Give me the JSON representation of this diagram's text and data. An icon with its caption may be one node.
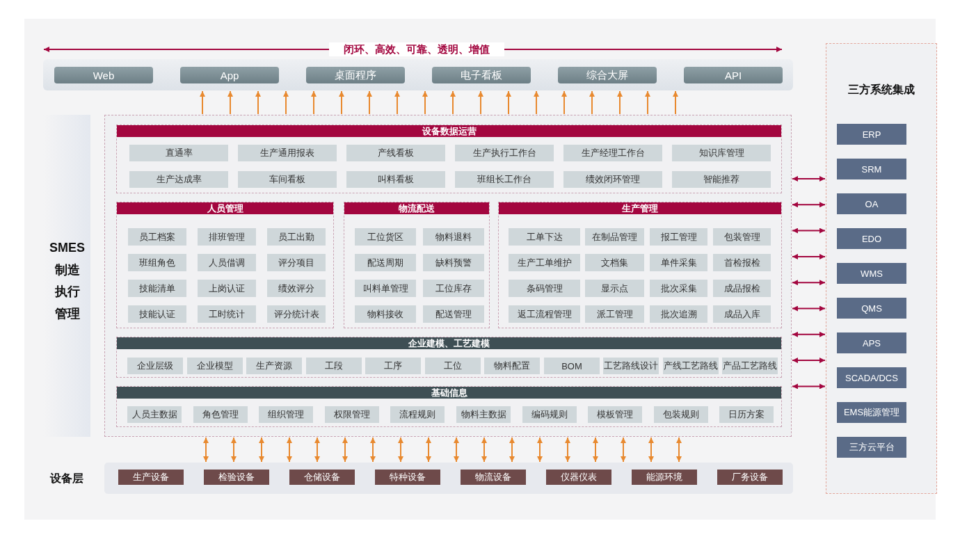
{
  "diagram": {
    "nodes": [
      {
        "text": [],
        "shape": "box"
      },
      {
        "text": [
          "Web"
        ],
        "in": 0
      },
      {
        "text": [
          "App"
        ],
        "in": 0
      },
      {
        "text": [
          "桌面程序"
        ],
        "in": 0
      },
      {
        "text": [
          "电子看板"
        ],
        "in": 0
      },
      {
        "text": [
          "综合大屏"
        ],
        "in": 0
      },
      {
        "text": [
          "API"
        ],
        "in": 0
      },
      {
        "text": [
          "SMES制造执行管理"
        ]
      },
      {
        "text": [
          "设备数据运营"
        ],
        "in": 7
      },
      {
        "text": [
          "直通率"
        ],
        "in": 8
      },
      {
        "text": [
          "生产通用报表"
        ],
        "in": 8
      },
      {
        "text": [
          "产线看板"
        ],
        "in": 8
      },
      {
        "text": [
          "生产执行工作台"
        ],
        "in": 8
      },
      {
        "text": [
          "生产经理工作台"
        ],
        "in": 8
      },
      {
        "text": [
          "知识库管理"
        ],
        "in": 8
      },
      {
        "text": [
          "生产达成率"
        ],
        "in": 8
      },
      {
        "text": [
          "车间看板"
        ],
        "in": 8
      },
      {
        "text": [
          "叫料看板"
        ],
        "in": 8
      },
      {
        "text": [
          "班组长工作台"
        ],
        "in": 8
      },
      {
        "text": [
          "绩效闭环管理"
        ],
        "in": 8
      },
      {
        "text": [
          "智能推荐"
        ],
        "in": 8
      },
      {
        "text": [
          "人员管理"
        ],
        "in": 7
      },
      {
        "text": [
          "员工档案"
        ],
        "in": 21
      },
      {
        "text": [
          "排班管理"
        ],
        "in": 21
      },
      {
        "text": [
          "员工出勤"
        ],
        "in": 21
      },
      {
        "text": [
          "班组角色"
        ],
        "in": 21
      },
      {
        "text": [
          "人员借调"
        ],
        "in": 21
      },
      {
        "text": [
          "评分项目"
        ],
        "in": 21
      },
      {
        "text": [
          "技能清单"
        ],
        "in": 21
      },
      {
        "text": [
          "上岗认证"
        ],
        "in": 21
      },
      {
        "text": [
          "绩效评分"
        ],
        "in": 21
      },
      {
        "text": [
          "技能认证"
        ],
        "in": 21
      },
      {
        "text": [
          "工时统计"
        ],
        "in": 21
      },
      {
        "text": [
          "评分统计表"
        ],
        "in": 21
      },
      {
        "text": [
          "物流配送"
        ],
        "in": 7
      },
      {
        "text": [
          "工位货区"
        ],
        "in": 34
      },
      {
        "text": [
          "物料退料"
        ],
        "in": 34
      },
      {
        "text": [
          "配送周期"
        ],
        "in": 34
      },
      {
        "text": [
          "缺料预警"
        ],
        "in": 34
      },
      {
        "text": [
          "叫料单管理"
        ],
        "in": 34
      },
      {
        "text": [
          "工位库存"
        ],
        "in": 34
      },
      {
        "text": [
          "物料接收"
        ],
        "in": 34
      },
      {
        "text": [
          "配送管理"
        ],
        "in": 34
      },
      {
        "text": [
          "生产管理"
        ],
        "in": 7
      },
      {
        "text": [
          "工单下达"
        ],
        "in": 43
      },
      {
        "text": [
          "在制品管理"
        ],
        "in": 43
      },
      {
        "text": [
          "报工管理"
        ],
        "in": 43
      },
      {
        "text": [
          "包装管理"
        ],
        "in": 43
      },
      {
        "text": [
          "生产工单维护"
        ],
        "in": 43
      },
      {
        "text": [
          "文档集"
        ],
        "in": 43
      },
      {
        "text": [
          "单件采集"
        ],
        "in": 43
      },
      {
        "text": [
          "首检报检"
        ],
        "in": 43
      },
      {
        "text": [
          "条码管理"
        ],
        "in": 43
      },
      {
        "text": [
          "显示点"
        ],
        "in": 43
      },
      {
        "text": [
          "批次采集"
        ],
        "in": 43
      },
      {
        "text": [
          "成品报检"
        ],
        "in": 43
      },
      {
        "text": [
          "返工流程管理"
        ],
        "in": 43
      },
      {
        "text": [
          "派工管理"
        ],
        "in": 43
      },
      {
        "text": [
          "批次追溯"
        ],
        "in": 43
      },
      {
        "text": [
          "成品入库"
        ],
        "in": 43
      },
      {
        "text": [
          "企业建模、工艺建模"
        ],
        "in": 7
      },
      {
        "text": [
          "企业层级"
        ],
        "in": 60
      },
      {
        "text": [
          "企业模型"
        ],
        "in": 60
      },
      {
        "text": [
          "生产资源"
        ],
        "in": 60
      },
      {
        "text": [
          "工段"
        ],
        "in": 60
      },
      {
        "text": [
          "工序"
        ],
        "in": 60
      },
      {
        "text": [
          "工位"
        ],
        "in": 60
      },
      {
        "text": [
          "物料配置"
        ],
        "in": 60
      },
      {
        "text": [
          "BOM"
        ],
        "in": 60
      },
      {
        "text": [
          "工艺路线设计"
        ],
        "in": 60
      },
      {
        "text": [
          "产线工艺路线"
        ],
        "in": 60
      },
      {
        "text": [
          "产品工艺路线"
        ],
        "in": 60
      },
      {
        "text": [
          "基础信息"
        ],
        "in": 7
      },
      {
        "text": [
          "人员主数据"
        ],
        "in": 72
      },
      {
        "text": [
          "角色管理"
        ],
        "in": 72
      },
      {
        "text": [
          "组织管理"
        ],
        "in": 72
      },
      {
        "text": [
          "权限管理"
        ],
        "in": 72
      },
      {
        "text": [
          "流程规则"
        ],
        "in": 72
      },
      {
        "text": [
          "物料主数据"
        ],
        "in": 72
      },
      {
        "text": [
          "编码规则"
        ],
        "in": 72
      },
      {
        "text": [
          "模板管理"
        ],
        "in": 72
      },
      {
        "text": [
          "包装规则"
        ],
        "in": 72
      },
      {
        "text": [
          "日历方案"
        ],
        "in": 72
      },
      {
        "text": [
          "设备层"
        ]
      },
      {
        "text": [
          "生产设备"
        ],
        "in": 83
      },
      {
        "text": [
          "检验设备"
        ],
        "in": 83
      },
      {
        "text": [
          "仓储设备"
        ],
        "in": 83
      },
      {
        "text": [
          "特种设备"
        ],
        "in": 83
      },
      {
        "text": [
          "物流设备"
        ],
        "in": 83
      },
      {
        "text": [
          "仪器仪表"
        ],
        "in": 83
      },
      {
        "text": [
          "能源环境"
        ],
        "in": 83
      },
      {
        "text": [
          "厂务设备"
        ],
        "in": 83
      },
      {
        "text": [
          "三方系统集成"
        ]
      },
      {
        "text": [
          "ERP"
        ],
        "in": 92
      },
      {
        "text": [
          "SRM"
        ],
        "in": 92
      },
      {
        "text": [
          "OA"
        ],
        "in": 92
      },
      {
        "text": [
          "EDO"
        ],
        "in": 92
      },
      {
        "text": [
          "WMS"
        ],
        "in": 92
      },
      {
        "text": [
          "QMS"
        ],
        "in": 92
      },
      {
        "text": [
          "APS"
        ],
        "in": 92
      },
      {
        "text": [
          "SCADA/DCS"
        ],
        "in": 92
      },
      {
        "text": [
          "EMS能源管理"
        ],
        "in": 92
      },
      {
        "text": [
          "三方云平台"
        ],
        "in": 92
      }
    ],
    "edges": [
      {
        "from": 7,
        "to": 0,
        "arrow": "to"
      },
      {
        "from": 7,
        "to": 0,
        "arrow": "to"
      },
      {
        "from": 7,
        "to": 0,
        "arrow": "to"
      },
      {
        "from": 7,
        "to": 0,
        "arrow": "to"
      },
      {
        "from": 7,
        "to": 0,
        "arrow": "to"
      },
      {
        "from": 7,
        "to": 0,
        "arrow": "to"
      },
      {
        "from": 7,
        "to": 0,
        "arrow": "to"
      },
      {
        "from": 7,
        "to": 0,
        "arrow": "to"
      },
      {
        "from": 7,
        "to": 0,
        "arrow": "to"
      },
      {
        "from": 7,
        "to": 0,
        "arrow": "to"
      },
      {
        "from": 7,
        "to": 0,
        "arrow": "to"
      },
      {
        "from": 7,
        "to": 0,
        "arrow": "to"
      },
      {
        "from": 7,
        "to": 0,
        "arrow": "to"
      },
      {
        "from": 7,
        "to": 0,
        "arrow": "to"
      },
      {
        "from": 7,
        "to": 0,
        "arrow": "to"
      },
      {
        "from": 7,
        "to": 0,
        "arrow": "to"
      },
      {
        "from": 7,
        "to": 0,
        "arrow": "to"
      },
      {
        "from": 7,
        "to": 0,
        "arrow": "to"
      },
      {
        "from": 7,
        "to": 92,
        "arrow": "both",
        "color": "#a3063f"
      },
      {
        "from": 7,
        "to": 92,
        "arrow": "both",
        "color": "#a3063f"
      },
      {
        "from": 7,
        "to": 92,
        "arrow": "both",
        "color": "#a3063f"
      },
      {
        "from": 7,
        "to": 92,
        "arrow": "both",
        "color": "#a3063f"
      },
      {
        "from": 7,
        "to": 92,
        "arrow": "both",
        "color": "#a3063f"
      },
      {
        "from": 7,
        "to": 92,
        "arrow": "both",
        "color": "#a3063f"
      },
      {
        "from": 7,
        "to": 92,
        "arrow": "both",
        "color": "#a3063f"
      },
      {
        "from": 7,
        "to": 92,
        "arrow": "both",
        "color": "#a3063f"
      },
      {
        "from": 7,
        "to": 92,
        "arrow": "both",
        "color": "#a3063f"
      },
      {
        "from": 83,
        "to": 7,
        "arrow": "both"
      },
      {
        "from": 83,
        "to": 7,
        "arrow": "both"
      },
      {
        "from": 83,
        "to": 7,
        "arrow": "both"
      },
      {
        "from": 83,
        "to": 7,
        "arrow": "both"
      },
      {
        "from": 83,
        "to": 7,
        "arrow": "both"
      },
      {
        "from": 83,
        "to": 7,
        "arrow": "both"
      },
      {
        "from": 83,
        "to": 7,
        "arrow": "both"
      },
      {
        "from": 83,
        "to": 7,
        "arrow": "both"
      },
      {
        "from": 83,
        "to": 7,
        "arrow": "both"
      },
      {
        "from": 83,
        "to": 7,
        "arrow": "both"
      },
      {
        "from": 83,
        "to": 7,
        "arrow": "both"
      },
      {
        "from": 83,
        "to": 7,
        "arrow": "both"
      },
      {
        "from": 83,
        "to": 7,
        "arrow": "both"
      },
      {
        "from": 83,
        "to": 7,
        "arrow": "both"
      },
      {
        "from": 83,
        "to": 7,
        "arrow": "both"
      },
      {
        "from": 83,
        "to": 7,
        "arrow": "both"
      },
      {
        "from": 83,
        "to": 7,
        "arrow": "both"
      },
      {
        "from": 83,
        "to": 7,
        "arrow": "both"
      }
    ],
    "labels": [
      "闭环、高效、可靠、透明、增值"
    ]
  }
}
